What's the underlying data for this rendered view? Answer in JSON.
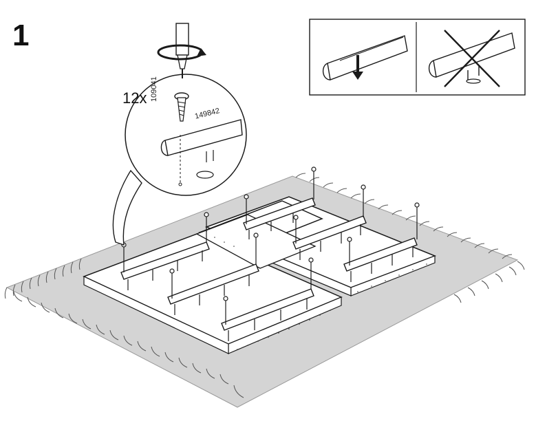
{
  "step": {
    "number": "1"
  },
  "detail": {
    "quantity": "12x",
    "screw_part_number": "109041",
    "rail_part_number": "149842"
  },
  "icons": [
    "screwdriver-icon",
    "rotation-arrow-icon",
    "screw-icon",
    "correct-orientation-icon",
    "incorrect-orientation-icon",
    "cross-mark-icon"
  ],
  "colors": {
    "line": "#1a1a1a",
    "rug": "#d4d4d4",
    "panel": "#ffffff",
    "speckle": "#333333"
  }
}
